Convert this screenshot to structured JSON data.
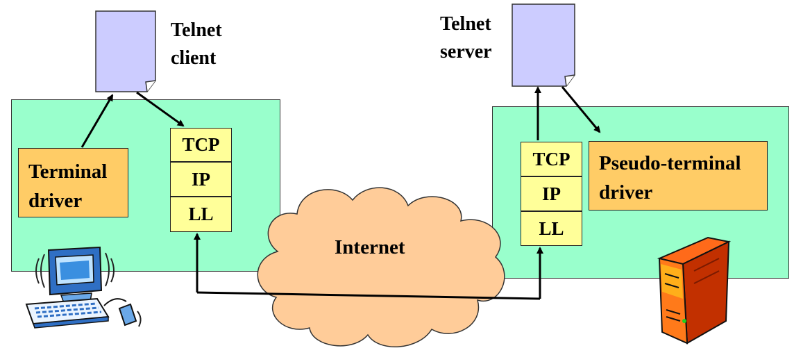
{
  "client": {
    "label_line1": "Telnet",
    "label_line2": "client",
    "driver_line1": "Terminal",
    "driver_line2": "driver",
    "stack": [
      "TCP",
      "IP",
      "LL"
    ]
  },
  "server": {
    "label_line1": "Telnet",
    "label_line2": "server",
    "driver_line1": "Pseudo-terminal",
    "driver_line2": "driver",
    "stack": [
      "TCP",
      "IP",
      "LL"
    ]
  },
  "network": {
    "label": "Internet"
  },
  "icons": {
    "document": "document-icon",
    "computer": "computer-icon",
    "server": "server-tower-icon",
    "cloud": "cloud-icon"
  },
  "colors": {
    "host_box": "#99ffcc",
    "stack_layer": "#ffff99",
    "driver_box": "#ffcc66",
    "document": "#ccccff",
    "cloud": "#ffcc99"
  }
}
